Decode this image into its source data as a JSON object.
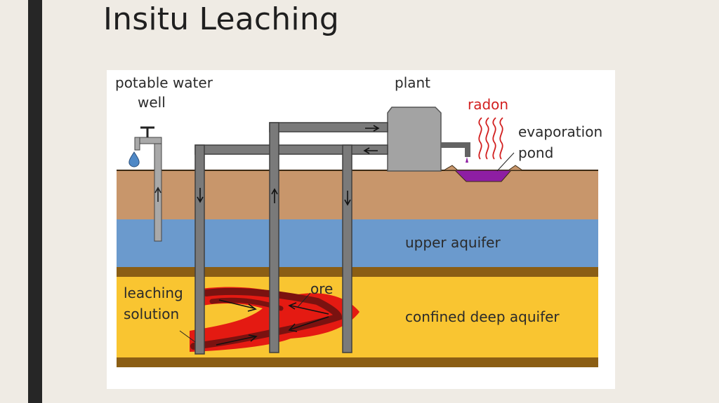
{
  "slide": {
    "title": "Insitu Leaching"
  },
  "diagram": {
    "labels": {
      "potable_well_line1": "potable water",
      "potable_well_line2": "well",
      "plant": "plant",
      "radon": "radon",
      "evaporation_line1": "evaporation",
      "evaporation_line2": "pond",
      "upper_aquifer": "upper aquifer",
      "confined_aquifer": "confined deep aquifer",
      "leaching_line1": "leaching",
      "leaching_line2": "solution",
      "ore": "ore"
    },
    "colors": {
      "soil": "#c8966b",
      "upper_aquifer": "#6b9acd",
      "deep_aquifer": "#f9c531",
      "confining_layer": "#8b5e14",
      "pipe": "#636363",
      "plant": "#a3a3a3",
      "ore": "#e31111",
      "pond": "#8e1ea3",
      "radon": "#d21f1f",
      "well": "#a9a9a9",
      "water_drop": "#4e88c6"
    },
    "icons": [
      "faucet-icon",
      "water-drop-icon",
      "flow-arrow-icon",
      "radon-wave-icon"
    ]
  }
}
